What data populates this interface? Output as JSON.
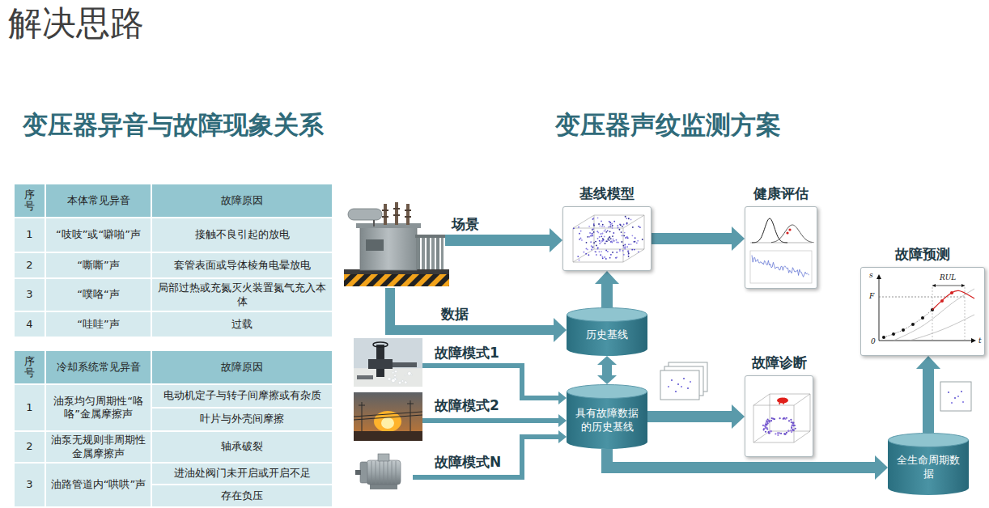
{
  "diagram": {
    "title": "解决思路",
    "nodes": [
      {
        "text": [
          "基线模型"
        ]
      },
      {
        "text": [
          "健康评估"
        ]
      },
      {
        "text": [
          "故障预测"
        ]
      },
      {
        "text": [
          "历史基线"
        ]
      },
      {
        "text": [
          "故障模式1"
        ]
      },
      {
        "text": [
          "具有故障数据的历史基线"
        ]
      },
      {
        "text": [
          "故障模式2"
        ]
      },
      {
        "text": [
          "故障诊断"
        ]
      },
      {
        "text": [
          "故障模式N"
        ]
      },
      {
        "text": [
          "全生命周期数据"
        ]
      }
    ],
    "edges": [
      {
        "from": 3,
        "to": 0,
        "arrow": "to"
      },
      {
        "from": 0,
        "to": 1,
        "arrow": "to"
      },
      {
        "from": 3,
        "to": 5,
        "arrow": "both"
      },
      {
        "from": 4,
        "to": 5,
        "arrow": "to"
      },
      {
        "from": 6,
        "to": 5,
        "arrow": "to"
      },
      {
        "from": 8,
        "to": 5,
        "arrow": "to"
      },
      {
        "from": 5,
        "to": 7,
        "arrow": "to"
      },
      {
        "from": 5,
        "to": 9,
        "arrow": "to"
      },
      {
        "from": 9,
        "to": 2,
        "arrow": "to"
      }
    ],
    "labels": [
      "变压器异音与故障现象关系",
      "变压器声纹监测方案",
      "序号",
      "本体常见异音",
      "故障原因",
      "1",
      "“吱吱”或“噼啪”声",
      "接触不良引起的放电",
      "2",
      "“嘶嘶”声",
      "套管表面或导体棱角电晕放电",
      "3",
      "“噗咯“声",
      "局部过热或充氮灭火装置氮气充入本体",
      "4",
      "“哇哇”声",
      "过载",
      "序号",
      "冷却系统常见异音",
      "故障原因",
      "1",
      "油泵均匀周期性“咯咯”金属摩擦声",
      "电动机定子与转子间摩擦或有杂质",
      "叶片与外壳间摩擦",
      "2",
      "油泵无规则非周期性金属摩擦声",
      "轴承破裂",
      "3",
      "油路管道内“哄哄”声",
      "进油处阀门未开启或开启不足",
      "存在负压",
      "场景",
      "数据",
      "RUL",
      "s",
      "F",
      "0",
      "t"
    ]
  }
}
